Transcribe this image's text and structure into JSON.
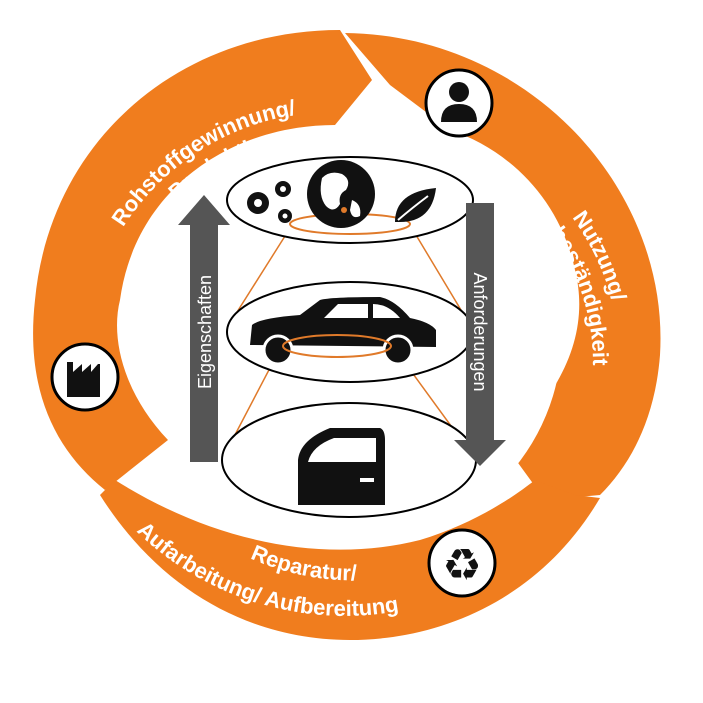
{
  "colors": {
    "ring": "#f07d1e",
    "arrow": "#555555",
    "connector": "#e07a2a",
    "icon": "#111111"
  },
  "segments": {
    "production": {
      "line1": "Rohstoffgewinnung/",
      "line2": "Produktion",
      "icon": "factory-icon"
    },
    "usage": {
      "line1": "Nutzung/",
      "line2": "Dauerbeständigkeit",
      "icon": "person-icon"
    },
    "repair": {
      "line1": "Reparatur/",
      "line2": "Aufarbeitung/ Aufbereitung",
      "icon": "recycle-icon"
    }
  },
  "arrows": {
    "up": {
      "label": "Eigenschaften",
      "direction": "up"
    },
    "down": {
      "label": "Anforderungen",
      "direction": "down"
    }
  },
  "levels": {
    "top": {
      "icons": [
        "gears-icon",
        "globe-icon",
        "leaf-icon"
      ]
    },
    "middle": {
      "icon": "car-icon"
    },
    "bottom": {
      "icon": "car-door-icon"
    }
  }
}
